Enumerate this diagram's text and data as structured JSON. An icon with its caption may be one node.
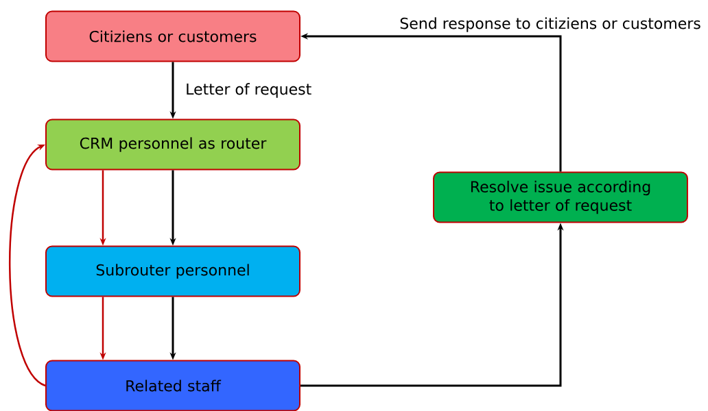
{
  "diagram": {
    "nodes": [
      {
        "text": [
          "Citiziens or customers"
        ]
      },
      {
        "text": [
          "CRM personnel as router"
        ]
      },
      {
        "text": [
          "Subrouter personnel"
        ]
      },
      {
        "text": [
          "Related staff"
        ]
      },
      {
        "text": [
          "Resolve issue according to letter of request"
        ]
      }
    ],
    "edges": [
      {
        "from": 0,
        "to": 1,
        "arrow": "to",
        "label": "Letter of request"
      },
      {
        "from": 1,
        "to": 2,
        "arrow": "to"
      },
      {
        "from": 1,
        "to": 2,
        "arrow": "to",
        "color": "#c00000"
      },
      {
        "from": 2,
        "to": 3,
        "arrow": "to"
      },
      {
        "from": 2,
        "to": 3,
        "arrow": "to",
        "color": "#c00000"
      },
      {
        "from": 3,
        "to": 1,
        "arrow": "to",
        "color": "#c00000"
      },
      {
        "from": 3,
        "to": 4,
        "arrow": "to"
      },
      {
        "from": 4,
        "to": 0,
        "arrow": "to",
        "label": "Send response to citiziens or customers"
      }
    ]
  }
}
